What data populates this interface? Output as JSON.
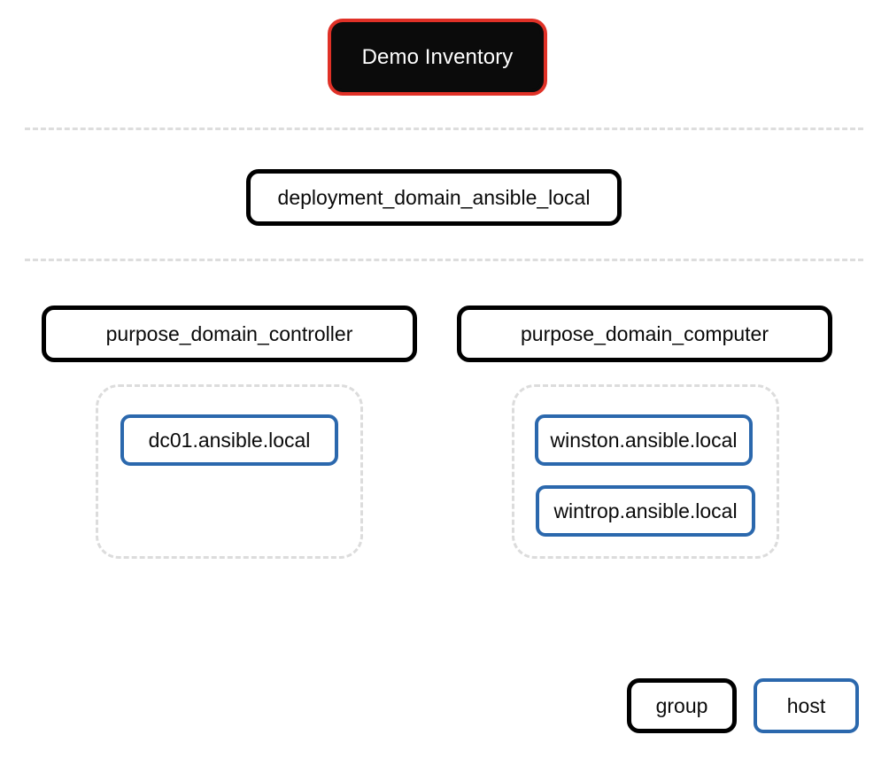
{
  "diagram": {
    "title_node": {
      "label": "Demo Inventory",
      "kind": "root-group",
      "text_color": "#ffffff",
      "fill_color": "#0b0b0b",
      "outline_color": "#e03127"
    },
    "separators": [
      {
        "name": "separator-level-1"
      },
      {
        "name": "separator-level-2"
      }
    ],
    "levels": [
      {
        "name": "deployment-level",
        "groups": [
          {
            "label": "deployment_domain_ansible_local",
            "kind": "group"
          }
        ]
      },
      {
        "name": "purpose-level",
        "groups": [
          {
            "label": "purpose_domain_controller",
            "kind": "group",
            "hosts": [
              {
                "label": "dc01.ansible.local",
                "kind": "host"
              }
            ]
          },
          {
            "label": "purpose_domain_computer",
            "kind": "group",
            "hosts": [
              {
                "label": "winston.ansible.local",
                "kind": "host"
              },
              {
                "label": "wintrop.ansible.local",
                "kind": "host"
              }
            ]
          }
        ]
      }
    ]
  },
  "legend": {
    "items": [
      {
        "label": "group",
        "kind": "group",
        "color": "#000000"
      },
      {
        "label": "host",
        "kind": "host",
        "color": "#2b68ad"
      }
    ]
  }
}
